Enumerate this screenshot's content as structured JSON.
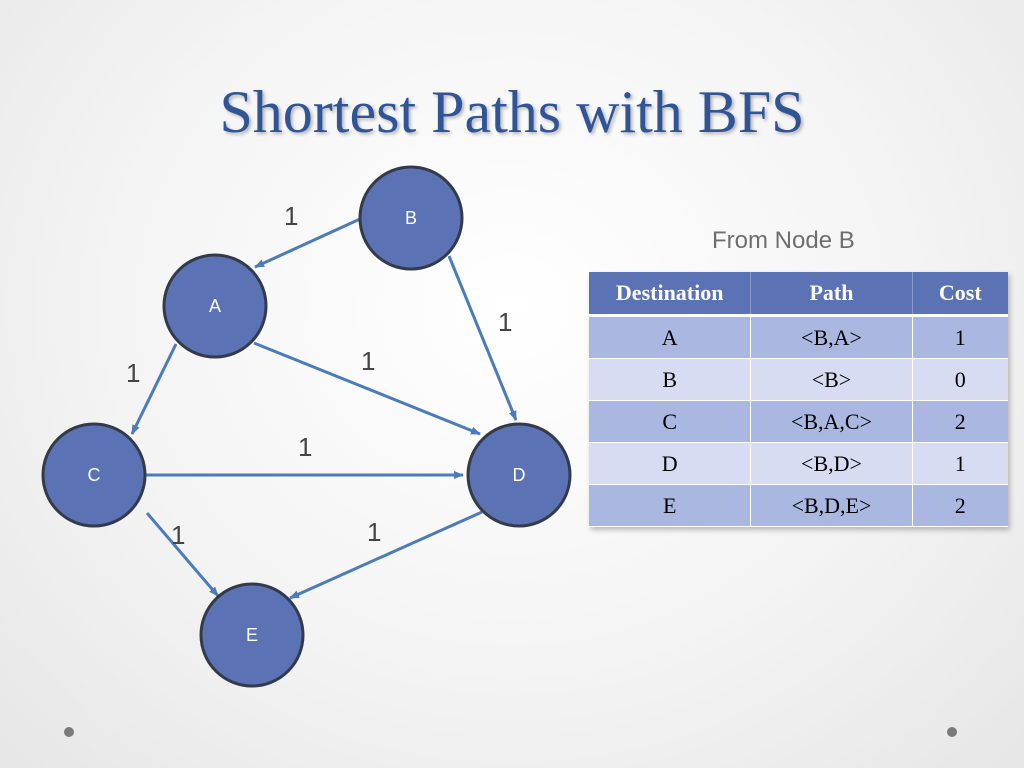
{
  "title": "Shortest Paths with BFS",
  "graph": {
    "nodes": [
      {
        "id": "B",
        "label": "B"
      },
      {
        "id": "A",
        "label": "A"
      },
      {
        "id": "C",
        "label": "C"
      },
      {
        "id": "D",
        "label": "D"
      },
      {
        "id": "E",
        "label": "E"
      }
    ],
    "edges": [
      {
        "from": "B",
        "to": "A",
        "weight": "1"
      },
      {
        "from": "B",
        "to": "D",
        "weight": "1"
      },
      {
        "from": "A",
        "to": "C",
        "weight": "1"
      },
      {
        "from": "A",
        "to": "D",
        "weight": "1"
      },
      {
        "from": "C",
        "to": "D",
        "weight": "1"
      },
      {
        "from": "C",
        "to": "E",
        "weight": "1"
      },
      {
        "from": "D",
        "to": "E",
        "weight": "1"
      }
    ]
  },
  "table": {
    "caption": "From Node B",
    "headers": [
      "Destination",
      "Path",
      "Cost"
    ],
    "rows": [
      [
        "A",
        "<B,A>",
        "1"
      ],
      [
        "B",
        "<B>",
        "0"
      ],
      [
        "C",
        "<B,A,C>",
        "2"
      ],
      [
        "D",
        "<B,D>",
        "1"
      ],
      [
        "E",
        "<B,D,E>",
        "2"
      ]
    ]
  },
  "colors": {
    "title": "#2f5597",
    "node_fill": "#5b73b5",
    "edge": "#4c7bbb",
    "table_header": "#5b73b5",
    "row_odd": "#aab7e1",
    "row_even": "#d7dcf3"
  }
}
